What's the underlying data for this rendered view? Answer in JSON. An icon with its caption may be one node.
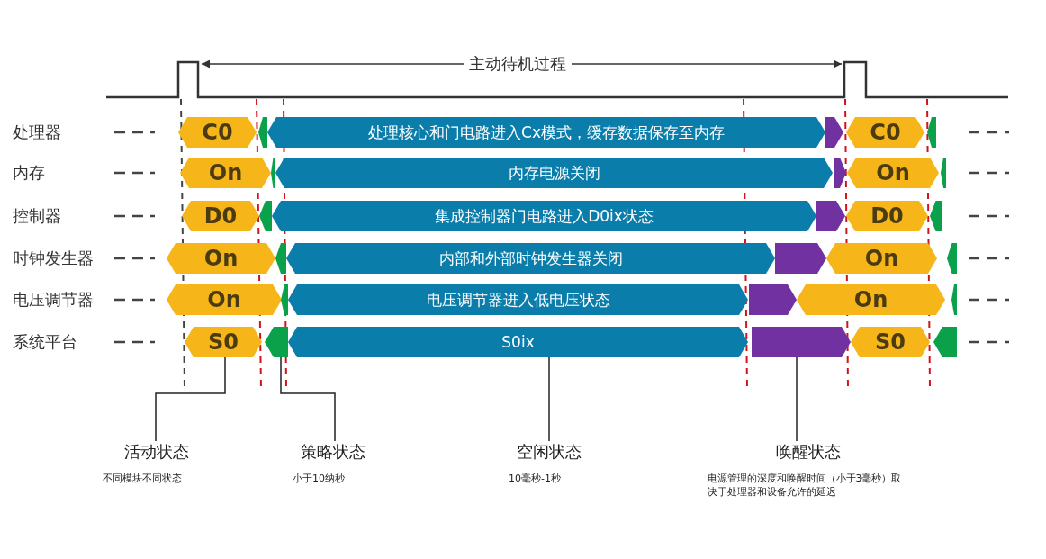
{
  "diagram": {
    "nodes": [
      {
        "text": [
          "C0"
        ]
      },
      {
        "text": [],
        "shape": "pentagon"
      },
      {
        "text": [
          "处理核心和门电路进入Cx模式，缓存数据保存至内存"
        ]
      },
      {
        "text": [],
        "shape": "pentagon"
      },
      {
        "text": [
          "C0"
        ]
      },
      {
        "text": [],
        "shape": "pentagon"
      },
      {
        "text": [
          "On"
        ]
      },
      {
        "text": [],
        "shape": "pentagon"
      },
      {
        "text": [
          "内存电源关闭"
        ]
      },
      {
        "text": [],
        "shape": "pentagon"
      },
      {
        "text": [
          "On"
        ]
      },
      {
        "text": [],
        "shape": "pentagon"
      },
      {
        "text": [
          "D0"
        ]
      },
      {
        "text": [],
        "shape": "pentagon"
      },
      {
        "text": [
          "集成控制器门电路进入D0ix状态"
        ]
      },
      {
        "text": [],
        "shape": "pentagon"
      },
      {
        "text": [
          "D0"
        ]
      },
      {
        "text": [],
        "shape": "pentagon"
      },
      {
        "text": [
          "On"
        ]
      },
      {
        "text": [],
        "shape": "pentagon"
      },
      {
        "text": [
          "内部和外部时钟发生器关闭"
        ]
      },
      {
        "text": [],
        "shape": "pentagon"
      },
      {
        "text": [
          "On"
        ]
      },
      {
        "text": [],
        "shape": "pentagon"
      },
      {
        "text": [
          "On"
        ]
      },
      {
        "text": [],
        "shape": "pentagon"
      },
      {
        "text": [
          "电压调节器进入低电压状态"
        ]
      },
      {
        "text": [],
        "shape": "pentagon"
      },
      {
        "text": [
          "On"
        ]
      },
      {
        "text": [],
        "shape": "pentagon"
      },
      {
        "text": [
          "S0"
        ]
      },
      {
        "text": [],
        "shape": "pentagon"
      },
      {
        "text": [
          "S0ix"
        ]
      },
      {
        "text": [],
        "shape": "pentagon"
      },
      {
        "text": [
          "S0"
        ]
      },
      {
        "text": [],
        "shape": "pentagon"
      },
      {
        "text": [
          "活动状态",
          "不同模块不同状态"
        ]
      },
      {
        "text": [
          "策略状态",
          "小于10纳秒"
        ]
      },
      {
        "text": [
          "空闲状态",
          "10毫秒-1秒"
        ]
      },
      {
        "text": [
          "唤醒状态",
          "电源管理的深度和唤醒时间（小于3毫秒）取决于处理器和设备允许的延迟"
        ]
      }
    ],
    "edges": [
      {
        "from": 36,
        "to": 30,
        "arrow": "none"
      },
      {
        "from": 37,
        "to": 31,
        "arrow": "none"
      },
      {
        "from": 38,
        "to": 32,
        "arrow": "none"
      },
      {
        "from": 39,
        "to": 33,
        "arrow": "none"
      }
    ],
    "labels": [
      "主动待机过程",
      "处理器",
      "内存",
      "控制器",
      "时钟发生器",
      "电压调节器",
      "系统平台"
    ]
  }
}
